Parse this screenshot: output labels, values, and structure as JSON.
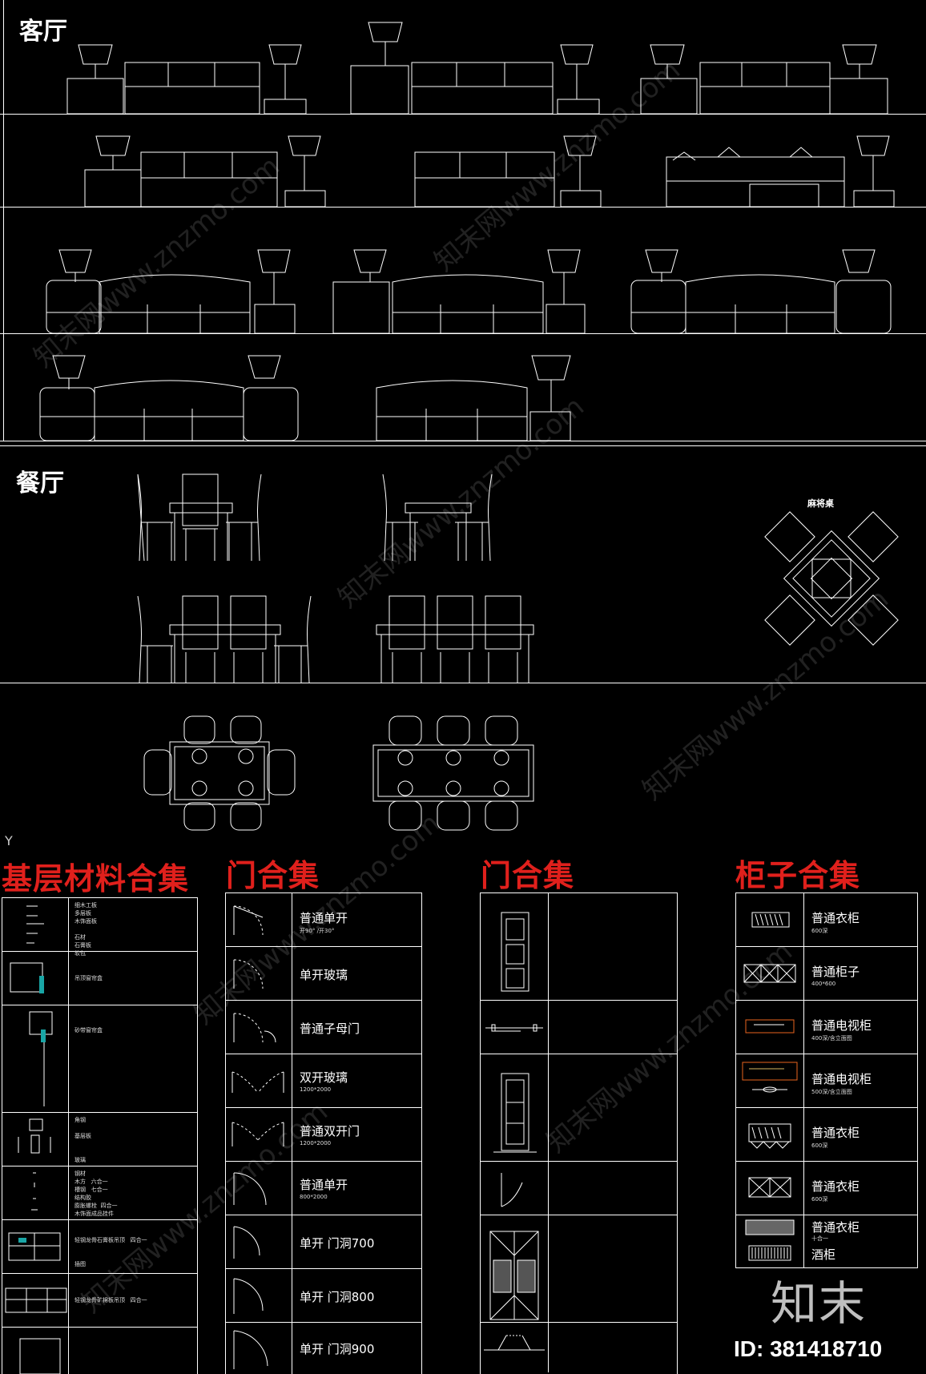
{
  "sections": {
    "living_room": "客厅",
    "dining_room": "餐厅",
    "mahjong_label": "麻将桌"
  },
  "base_materials": {
    "title": "基层材料合集",
    "axis_mark": "Y",
    "rows": [
      {
        "lines": "细木工板\n多层板\n木饰面板\n\n石材\n石膏板\n软包"
      },
      {
        "lines": "吊顶窗帘盒"
      },
      {
        "lines": "砂带窗帘盒"
      },
      {
        "lines": "角钢\n\n基层板\n\n\n玻璃"
      },
      {
        "lines": "钢材\n木方   六合一\n槽钢   七合一\n结构胶\n膨胀螺栓  四合一\n木饰面成品挂件"
      },
      {
        "lines": "轻钢龙骨石膏板吊顶   四合一\n\n\n插图"
      },
      {
        "lines": "轻钢龙骨矿棉板吊顶   四合一"
      },
      {
        "lines": ""
      }
    ]
  },
  "doors1": {
    "title": "门合集",
    "rows": [
      {
        "label": "普通单开",
        "sub": "开90° /开30°"
      },
      {
        "label": "单开玻璃",
        "sub": ""
      },
      {
        "label": "普通子母门",
        "sub": ""
      },
      {
        "label": "双开玻璃",
        "sub": "1200*2000"
      },
      {
        "label": "普通双开门",
        "sub": "1200*2000"
      },
      {
        "label": "普通单开",
        "sub": "800*2000"
      },
      {
        "label": "单开  门洞700",
        "sub": ""
      },
      {
        "label": "单开  门洞800",
        "sub": ""
      },
      {
        "label": "单开  门洞900",
        "sub": ""
      }
    ]
  },
  "doors2": {
    "title": "门合集"
  },
  "cabinets": {
    "title": "柜子合集",
    "rows": [
      {
        "label": "普通衣柜",
        "sub": "600深"
      },
      {
        "label": "普通柜子",
        "sub": "400*600"
      },
      {
        "label": "普通电视柜",
        "sub": "400深/含立面图"
      },
      {
        "label": "普通电视柜",
        "sub": "500深/含立面图"
      },
      {
        "label": "普通衣柜",
        "sub": "600深"
      },
      {
        "label": "普通衣柜",
        "sub": "600深"
      },
      {
        "label": "普通衣柜",
        "sub": "十合一"
      },
      {
        "label": "酒柜",
        "sub": ""
      }
    ]
  },
  "brand": {
    "logo": "知末",
    "id": "ID: 381418710"
  },
  "watermark": "知末网www.znzmo.com",
  "colors": {
    "background": "#000000",
    "line": "#ffffff",
    "red_title": "#e0201c",
    "orange_accent": "#e8641e"
  }
}
